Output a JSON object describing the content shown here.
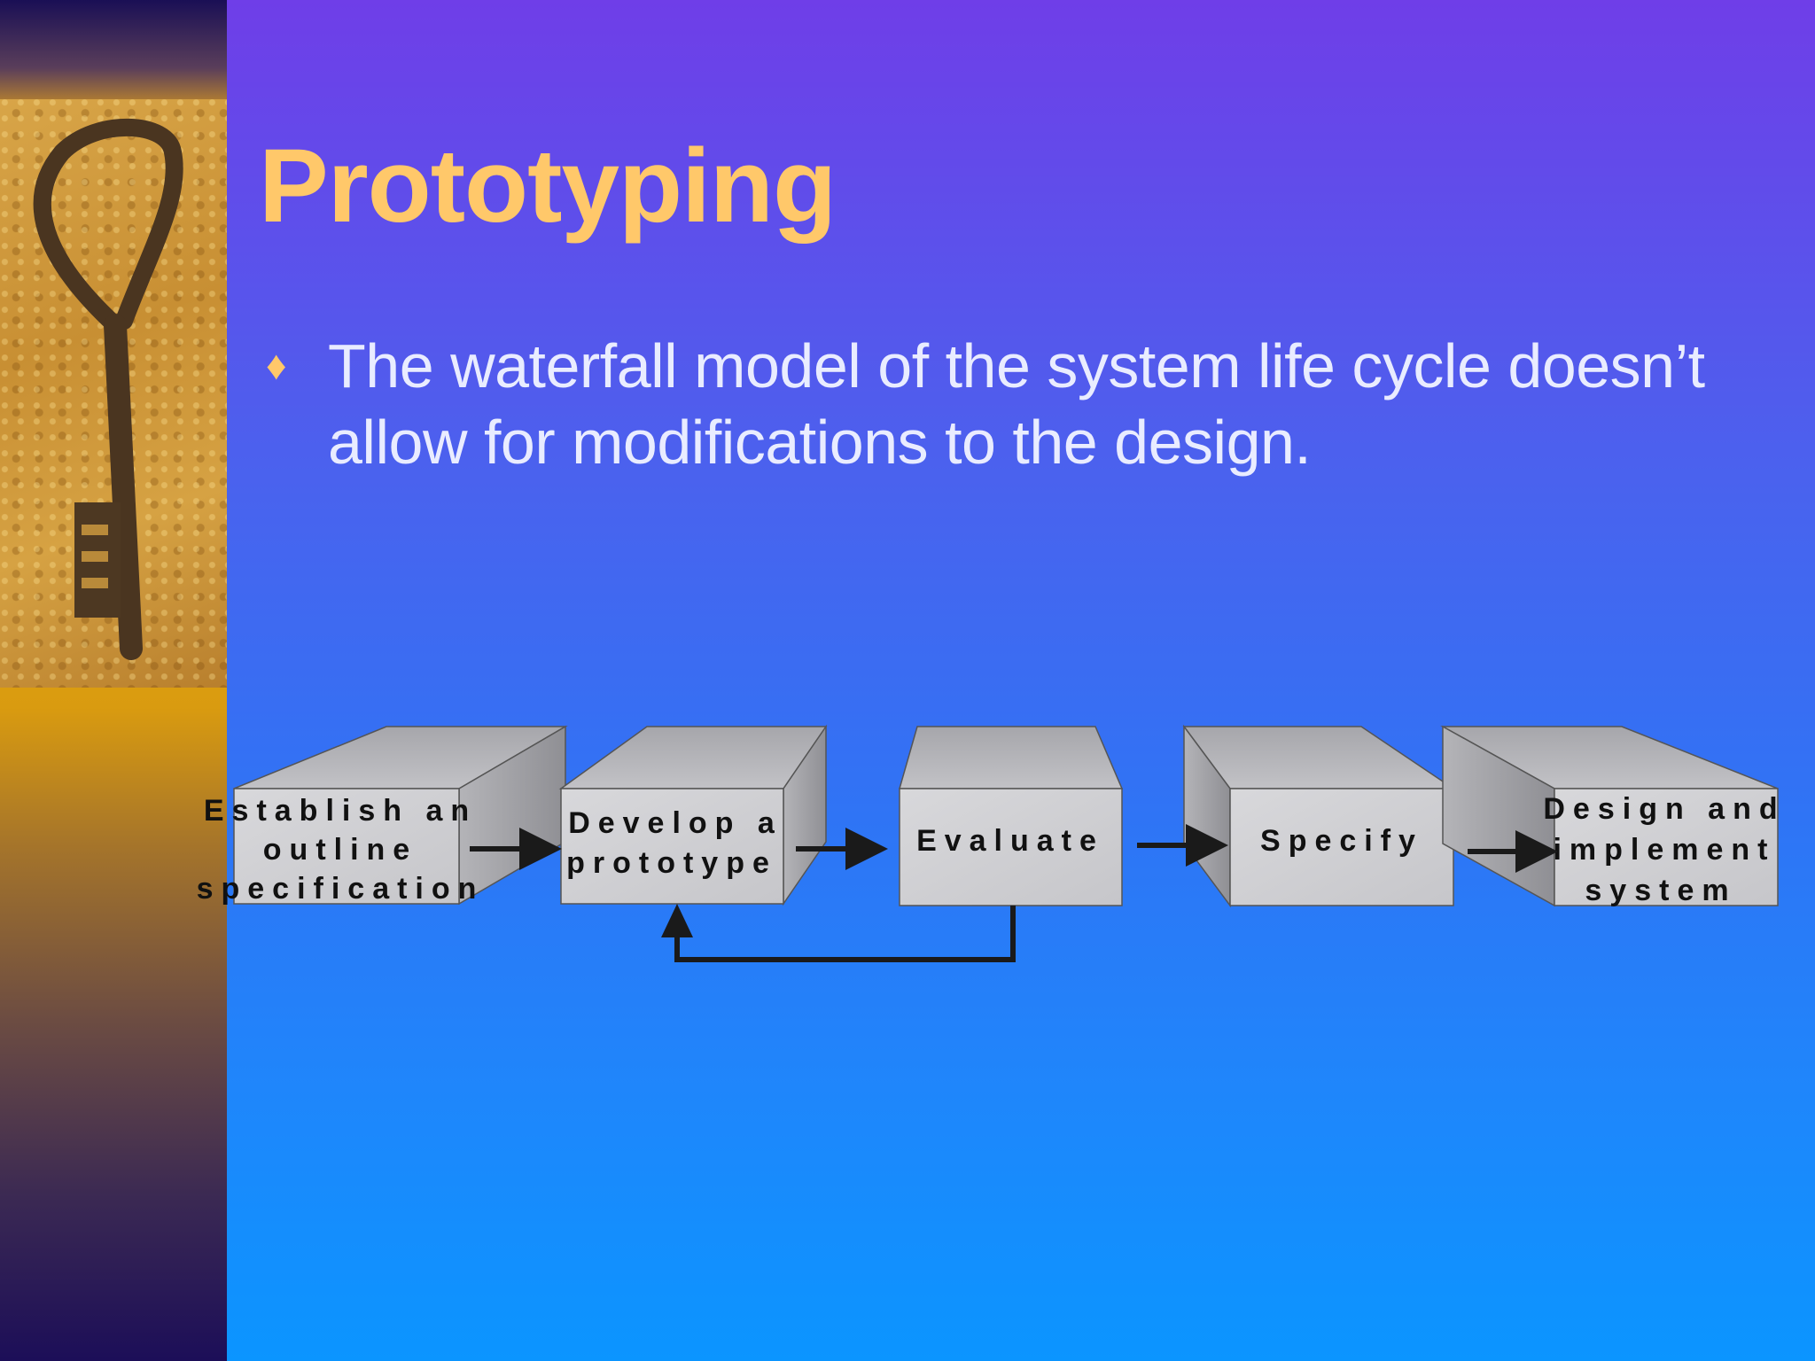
{
  "slide": {
    "title": "Prototyping",
    "bullet_marker": "♦",
    "bullet_text": "The waterfall model of the system life cycle doesn’t allow for modifications to the design."
  },
  "diagram": {
    "steps": [
      {
        "id": "establish",
        "lines": [
          "Establish an",
          "outline",
          "specification"
        ]
      },
      {
        "id": "develop",
        "lines": [
          "Develop a",
          "prototype"
        ]
      },
      {
        "id": "evaluate",
        "lines": [
          "Evaluate"
        ]
      },
      {
        "id": "specify",
        "lines": [
          "Specify"
        ]
      },
      {
        "id": "design",
        "lines": [
          "Design and",
          "implement",
          "system"
        ]
      }
    ],
    "flow": [
      "establish → develop",
      "develop → evaluate",
      "evaluate → specify",
      "specify → design",
      "evaluate → develop (feedback loop)"
    ]
  },
  "colors": {
    "title": "#ffc86a",
    "bullet_text": "#e9ecff",
    "box_face": "#d2d2d4",
    "arrow": "#1a1a1a"
  },
  "icons": [
    "key-photo",
    "diamond-bullet-icon"
  ]
}
